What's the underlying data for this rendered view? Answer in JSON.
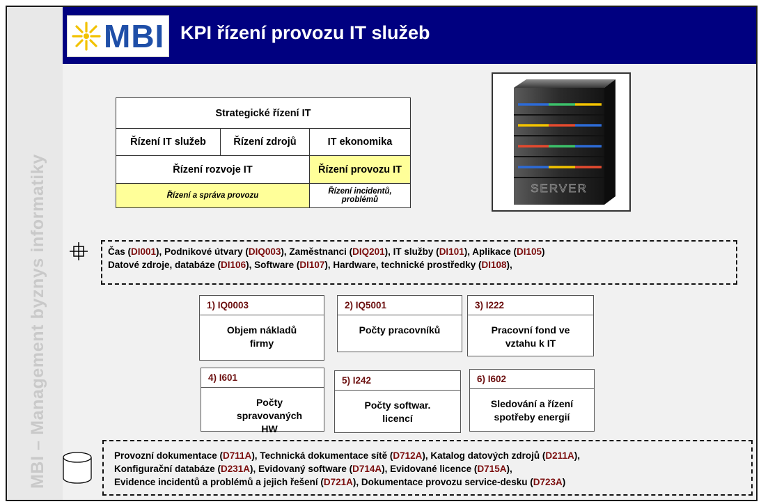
{
  "sidebar": {
    "text": "MBI – Management byznys informatiky"
  },
  "header": {
    "logo": "MBI",
    "title": "KPI řízení provozu IT služeb"
  },
  "org_table": {
    "row1": "Strategické řízení IT",
    "row2": [
      "Řízení IT služeb",
      "Řízení  zdrojů",
      "IT ekonomika"
    ],
    "row3": [
      "Řízení rozvoje IT",
      "Řízení provozu IT"
    ],
    "row4": [
      "Řízení a správa provozu",
      "Řízení incidentů, problémů"
    ]
  },
  "server": {
    "label": "SERVER"
  },
  "dimensions": {
    "line1": [
      {
        "t": "Čas ("
      },
      {
        "t": "DI001",
        "c": 1
      },
      {
        "t": "), Podnikové útvary ("
      },
      {
        "t": "DIQ003",
        "c": 1
      },
      {
        "t": "), Zaměstnanci  ("
      },
      {
        "t": "DIQ201",
        "c": 1
      },
      {
        "t": "), IT služby ("
      },
      {
        "t": "DI101",
        "c": 1
      },
      {
        "t": "), Aplikace ("
      },
      {
        "t": "DI105",
        "c": 1
      },
      {
        "t": ")"
      }
    ],
    "line2": [
      {
        "t": "Datové zdroje, databáze ("
      },
      {
        "t": "DI106",
        "c": 1
      },
      {
        "t": "), Software ("
      },
      {
        "t": "DI107",
        "c": 1
      },
      {
        "t": "), Hardware, technické prostředky ("
      },
      {
        "t": "DI108",
        "c": 1
      },
      {
        "t": "),"
      }
    ]
  },
  "kpis": [
    {
      "code": "1) IQ0003",
      "title": "Objem nákladů firmy"
    },
    {
      "code": "2) IQ5001",
      "title": "Počty pracovníků"
    },
    {
      "code": "3) I222",
      "title": "Pracovní fond ve vztahu k IT"
    },
    {
      "code": "4) I601",
      "title": "Počty spravovaných HW"
    },
    {
      "code": "5) I242",
      "title": "Počty softwar. licencí"
    },
    {
      "code": "6) I602",
      "title": "Sledování a řízení spotřeby energií"
    }
  ],
  "documents": {
    "line1": [
      {
        "t": "Provozní dokumentace ("
      },
      {
        "t": "D711A",
        "c": 1
      },
      {
        "t": "),  Technická dokumentace sítě ("
      },
      {
        "t": "D712A",
        "c": 1
      },
      {
        "t": "), Katalog datových zdrojů ("
      },
      {
        "t": "D211A",
        "c": 1
      },
      {
        "t": "),"
      }
    ],
    "line2": [
      {
        "t": "Konfigurační databáze ("
      },
      {
        "t": "D231A",
        "c": 1
      },
      {
        "t": "),  Evidovaný software ("
      },
      {
        "t": "D714A",
        "c": 1
      },
      {
        "t": "),  Evidované licence ("
      },
      {
        "t": "D715A",
        "c": 1
      },
      {
        "t": "),"
      }
    ],
    "line3": [
      {
        "t": "Evidence incidentů a problémů a jejich řešení ("
      },
      {
        "t": "D721A",
        "c": 1
      },
      {
        "t": "),  Dokumentace provozu service-desku ("
      },
      {
        "t": "D723A",
        "c": 1
      },
      {
        "t": ")"
      }
    ]
  }
}
